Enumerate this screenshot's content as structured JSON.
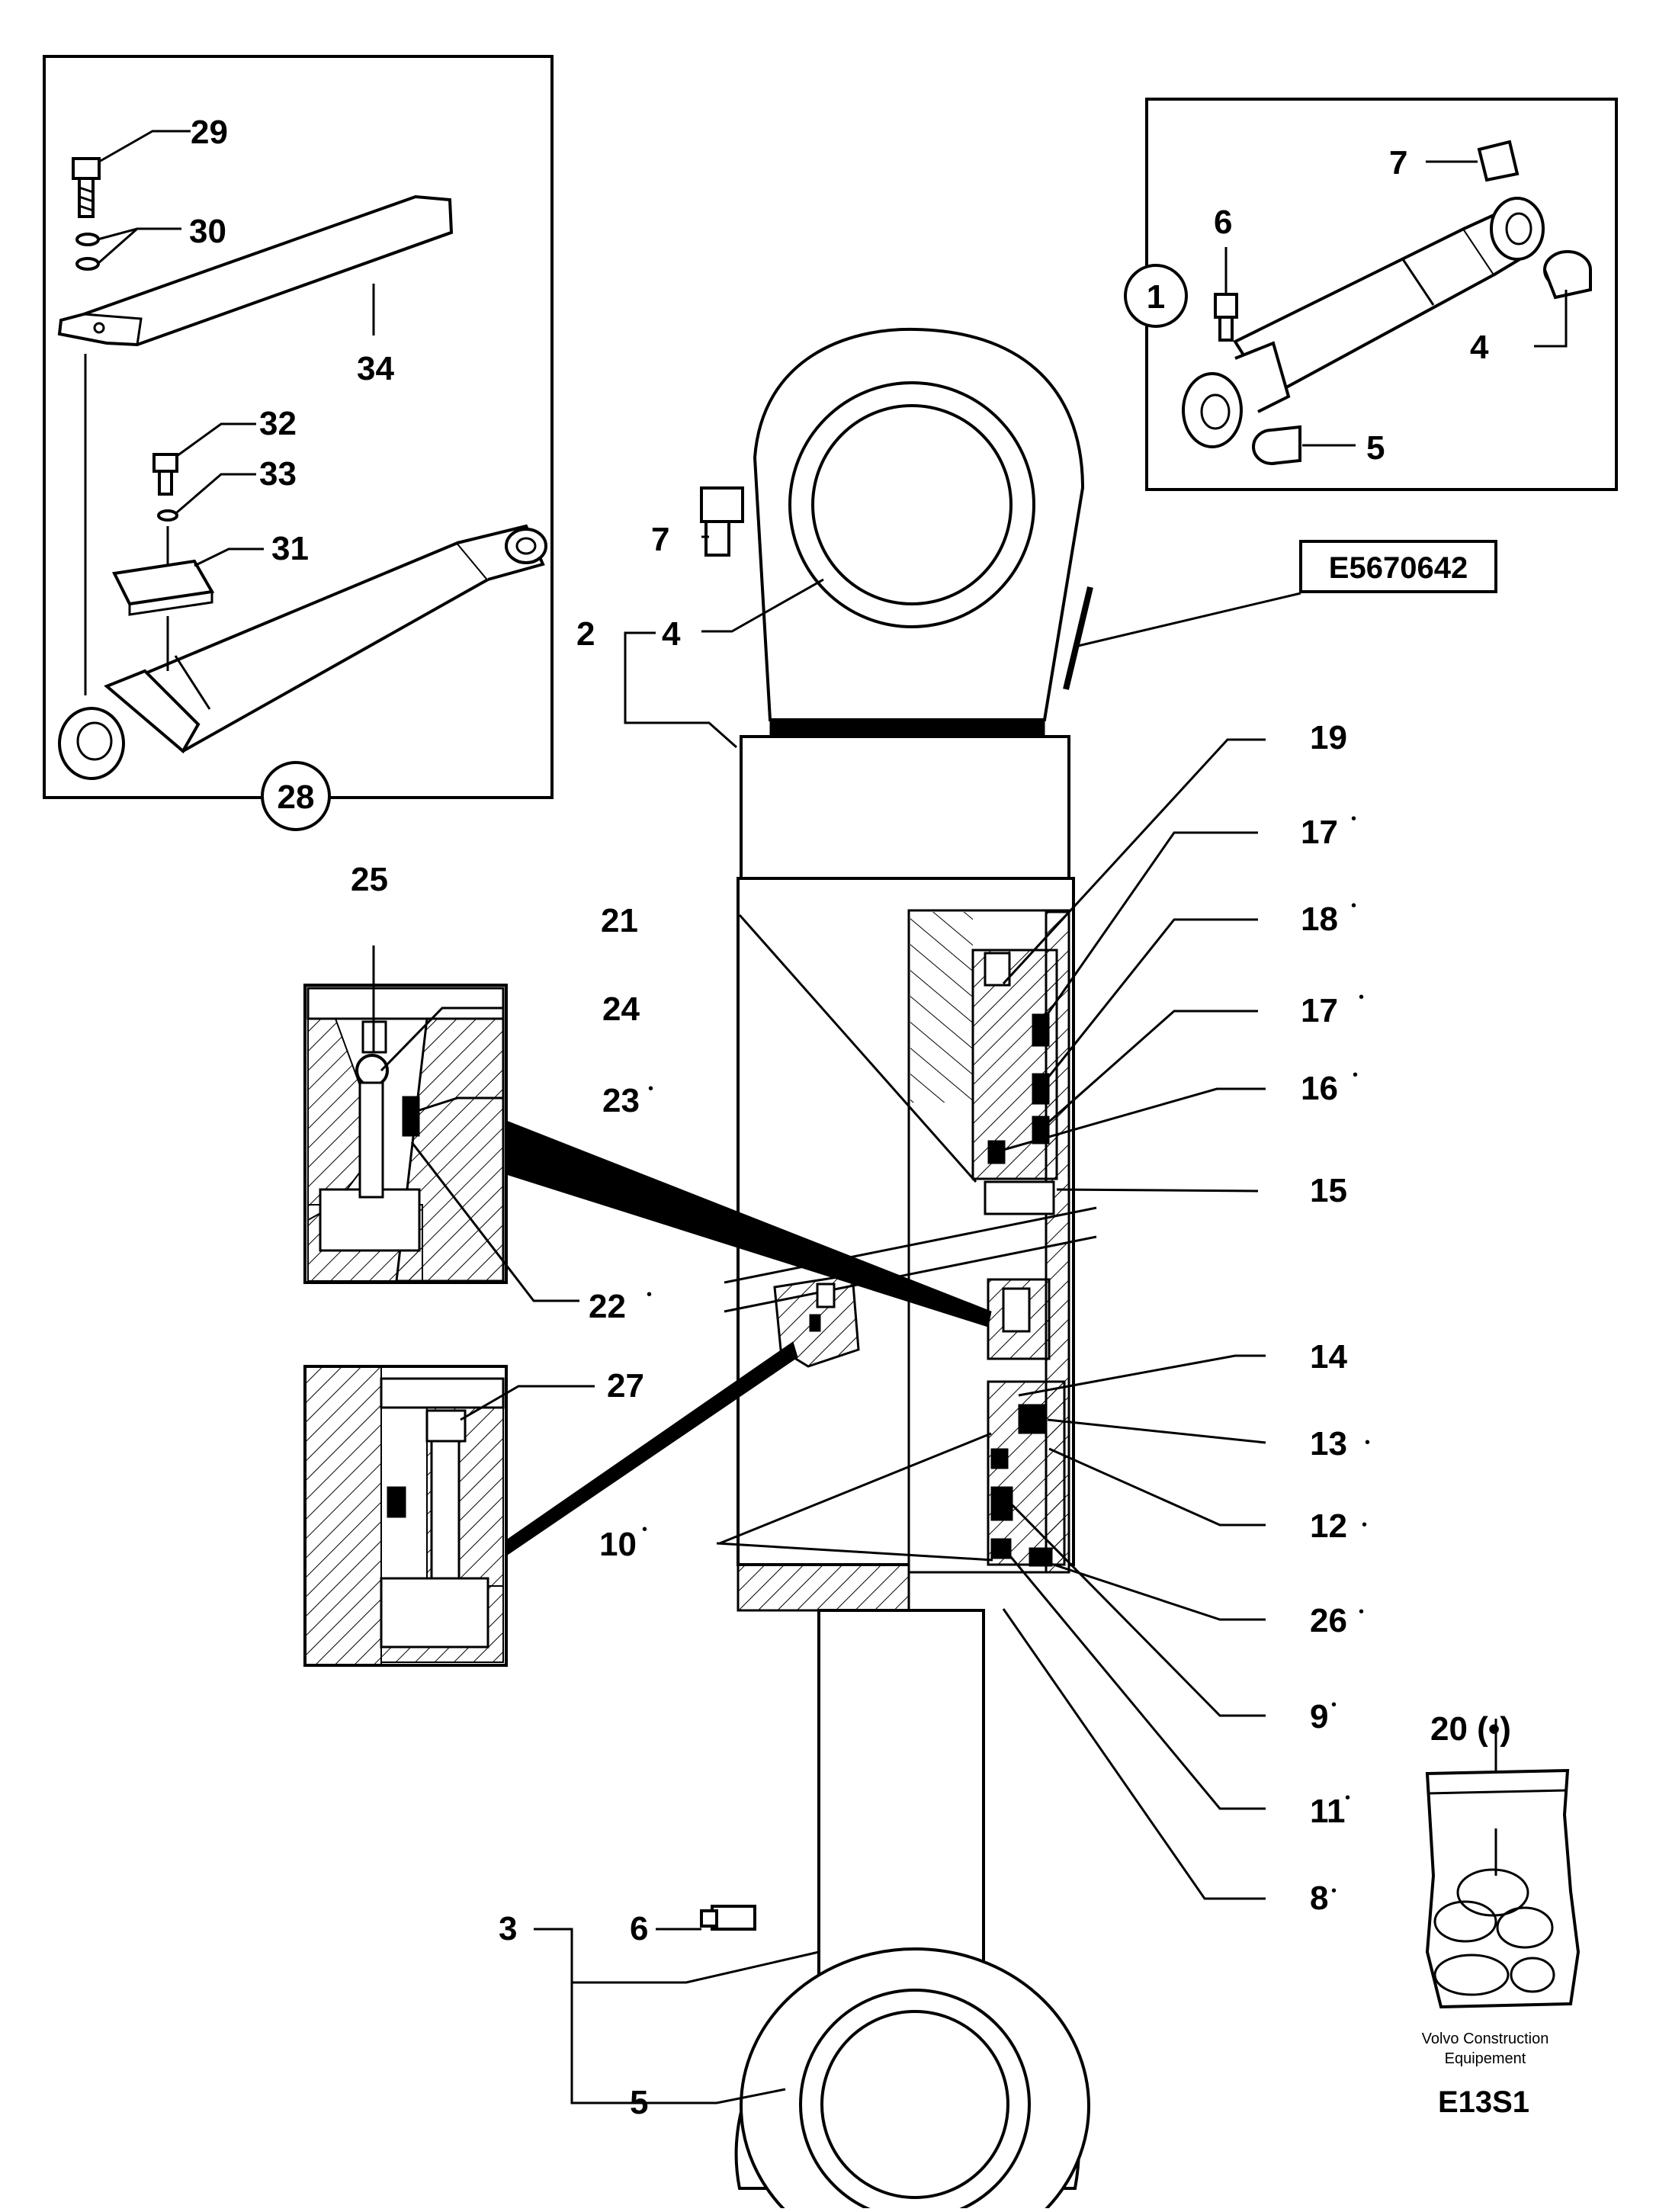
{
  "diagram": {
    "part_code": "E5670642",
    "brand_line1": "Volvo Construction",
    "brand_line2": "Equipement",
    "figure_id": "E13S1",
    "callouts": {
      "c1": "1",
      "c2": "2",
      "c3": "3",
      "c4a": "4",
      "c4b": "4",
      "c5a": "5",
      "c5b": "5",
      "c6a": "6",
      "c6b": "6",
      "c7a": "7",
      "c7b": "7",
      "c8": "8",
      "c9": "9",
      "c10": "10",
      "c11": "11",
      "c12": "12",
      "c13": "13",
      "c14": "14",
      "c15": "15",
      "c16": "16",
      "c17a": "17",
      "c17b": "17",
      "c18": "18",
      "c19": "19",
      "c20": "20 (•)",
      "c21": "21",
      "c22": "22",
      "c23": "23",
      "c24": "24",
      "c25": "25",
      "c26": "26",
      "c27": "27",
      "c28": "28",
      "c29": "29",
      "c30": "30",
      "c31": "31",
      "c32": "32",
      "c33": "33",
      "c34": "34"
    },
    "bullet": "•"
  }
}
